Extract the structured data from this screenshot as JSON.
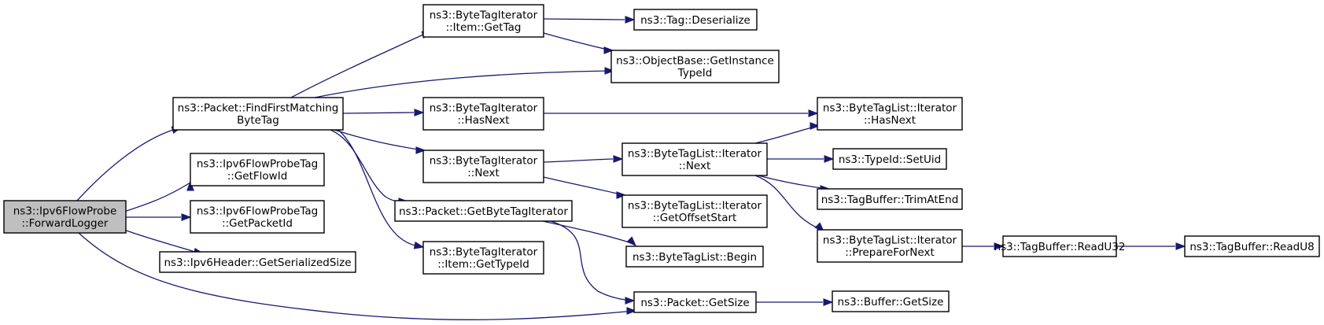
{
  "graph": {
    "root": "fwd",
    "nodes": [
      {
        "id": "fwd",
        "lines": [
          "ns3::Ipv6FlowProbe",
          "::ForwardLogger"
        ],
        "root": true
      },
      {
        "id": "ffm",
        "lines": [
          "ns3::Packet::FindFirstMatching",
          "ByteTag"
        ]
      },
      {
        "id": "gfi",
        "lines": [
          "ns3::Ipv6FlowProbeTag",
          "::GetFlowId"
        ]
      },
      {
        "id": "gpi",
        "lines": [
          "ns3::Ipv6FlowProbeTag",
          "::GetPacketId"
        ]
      },
      {
        "id": "gss",
        "lines": [
          "ns3::Ipv6Header::GetSerializedSize"
        ]
      },
      {
        "id": "igt",
        "lines": [
          "ns3::ByteTagIterator",
          "::Item::GetTag"
        ]
      },
      {
        "id": "ghn",
        "lines": [
          "ns3::ByteTagIterator",
          "::HasNext"
        ]
      },
      {
        "id": "gnx",
        "lines": [
          "ns3::ByteTagIterator",
          "::Next"
        ]
      },
      {
        "id": "pgb",
        "lines": [
          "ns3::Packet::GetByteTagIterator"
        ]
      },
      {
        "id": "itid",
        "lines": [
          "ns3::ByteTagIterator",
          "::Item::GetTypeId"
        ]
      },
      {
        "id": "tds",
        "lines": [
          "ns3::Tag::Deserialize"
        ]
      },
      {
        "id": "ogi",
        "lines": [
          "ns3::ObjectBase::GetInstance",
          "TypeId"
        ]
      },
      {
        "id": "lnx",
        "lines": [
          "ns3::ByteTagList::Iterator",
          "::Next"
        ]
      },
      {
        "id": "gos",
        "lines": [
          "ns3::ByteTagList::Iterator",
          "::GetOffsetStart"
        ]
      },
      {
        "id": "lbg",
        "lines": [
          "ns3::ByteTagList::Begin"
        ]
      },
      {
        "id": "pgs",
        "lines": [
          "ns3::Packet::GetSize"
        ]
      },
      {
        "id": "lhn",
        "lines": [
          "ns3::ByteTagList::Iterator",
          "::HasNext"
        ]
      },
      {
        "id": "tsu",
        "lines": [
          "ns3::TypeId::SetUid"
        ]
      },
      {
        "id": "tae",
        "lines": [
          "ns3::TagBuffer::TrimAtEnd"
        ]
      },
      {
        "id": "pfn",
        "lines": [
          "ns3::ByteTagList::Iterator",
          "::PrepareForNext"
        ]
      },
      {
        "id": "bgs",
        "lines": [
          "ns3::Buffer::GetSize"
        ]
      },
      {
        "id": "r32",
        "lines": [
          "ns3::TagBuffer::ReadU32"
        ]
      },
      {
        "id": "ru8",
        "lines": [
          "ns3::TagBuffer::ReadU8"
        ]
      }
    ],
    "edges": [
      [
        "fwd",
        "ffm"
      ],
      [
        "fwd",
        "gfi"
      ],
      [
        "fwd",
        "gpi"
      ],
      [
        "fwd",
        "gss"
      ],
      [
        "fwd",
        "pgs"
      ],
      [
        "ffm",
        "igt"
      ],
      [
        "ffm",
        "ogi"
      ],
      [
        "ffm",
        "ghn"
      ],
      [
        "ffm",
        "gnx"
      ],
      [
        "ffm",
        "pgb"
      ],
      [
        "ffm",
        "itid"
      ],
      [
        "igt",
        "tds"
      ],
      [
        "igt",
        "ogi"
      ],
      [
        "ghn",
        "lhn"
      ],
      [
        "gnx",
        "lnx"
      ],
      [
        "gnx",
        "gos"
      ],
      [
        "pgb",
        "lbg"
      ],
      [
        "pgb",
        "pgs"
      ],
      [
        "lnx",
        "lhn"
      ],
      [
        "lnx",
        "tsu"
      ],
      [
        "lnx",
        "tae"
      ],
      [
        "lnx",
        "pfn"
      ],
      [
        "pgs",
        "bgs"
      ],
      [
        "pfn",
        "r32"
      ],
      [
        "r32",
        "ru8"
      ]
    ]
  }
}
